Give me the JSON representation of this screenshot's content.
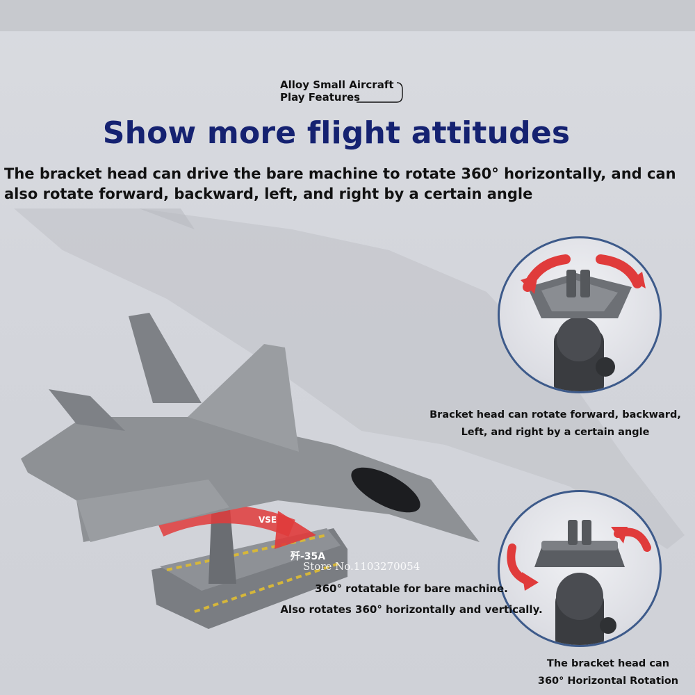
{
  "header": {
    "subtitle_line1": "Alloy Small Aircraft",
    "subtitle_line2": "Play Features",
    "headline": "Show more flight attitudes",
    "description": "The bracket head can drive the bare machine to rotate 360° horizontally, and can also rotate forward, backward, left, and right by a certain angle"
  },
  "detail_top": {
    "caption_line1": "Bracket head can rotate forward, backward,",
    "caption_line2": "Left, and right by a certain angle"
  },
  "detail_bottom": {
    "caption_line1": "The bracket head can",
    "caption_line2": "360° Horizontal Rotation"
  },
  "main_caption": {
    "line1": "360° rotatable for bare machine.",
    "line2": "Also rotates 360° horizontally and vertically."
  },
  "model": {
    "base_label": "歼-35A",
    "stand_label": "VSE"
  },
  "watermark": "Store No.1103270054",
  "colors": {
    "headline": "#152271",
    "arrow": "#e03b3b",
    "circle_border": "#3d5a8a",
    "jet_body": "#8e9195"
  }
}
